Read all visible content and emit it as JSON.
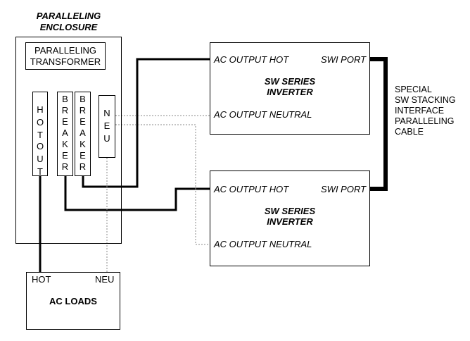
{
  "enclosure": {
    "title_line1": "PARALLELING",
    "title_line2": "ENCLOSURE",
    "transformer_line1": "PARALLELING",
    "transformer_line2": "TRANSFORMER",
    "hot_out_top": [
      "H",
      "O",
      "T"
    ],
    "hot_out_bottom": [
      "O",
      "U",
      "T"
    ],
    "breaker1": [
      "B",
      "R",
      "E",
      "A",
      "K",
      "E",
      "R"
    ],
    "breaker2": [
      "B",
      "R",
      "E",
      "A",
      "K",
      "E",
      "R"
    ],
    "neu": [
      "N",
      "E",
      "U"
    ]
  },
  "inverter1": {
    "ac_output_hot": "AC OUTPUT HOT",
    "swi_port": "SWI PORT",
    "name_line1": "SW SERIES",
    "name_line2": "INVERTER",
    "ac_output_neutral": "AC OUTPUT NEUTRAL"
  },
  "inverter2": {
    "ac_output_hot": "AC OUTPUT HOT",
    "swi_port": "SWI PORT",
    "name_line1": "SW SERIES",
    "name_line2": "INVERTER",
    "ac_output_neutral": "AC OUTPUT NEUTRAL"
  },
  "cable_label": [
    "SPECIAL",
    "SW STACKING",
    "INTERFACE",
    "PARALLELING",
    "CABLE"
  ],
  "ac_loads": {
    "hot": "HOT",
    "neu": "NEU",
    "title": "AC LOADS"
  }
}
